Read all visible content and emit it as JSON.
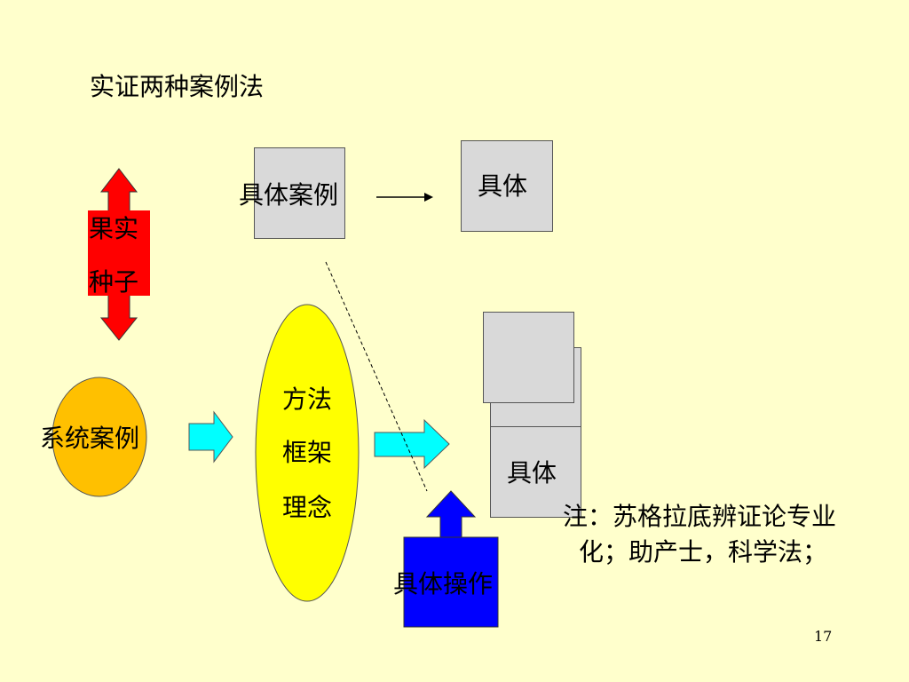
{
  "slide": {
    "title": "实证两种案例法",
    "page_number": "17"
  },
  "nodes": {
    "specific_case": "具体案例",
    "specific_top": "具体",
    "specific_stack": "具体",
    "system_case": "系统案例",
    "method_lines": [
      "方法",
      "框架",
      "理念"
    ],
    "fruit_seed_lines": [
      "果实",
      "种子"
    ],
    "specific_operation": "具体操作"
  },
  "note": {
    "line1": "注：苏格拉底辨证论专业",
    "line2": "化；助产士，科学法；"
  },
  "colors": {
    "background": "#ffffcc",
    "box_fill": "#d9d9d9",
    "red_arrow": "#ff0000",
    "orange_circle": "#ffc000",
    "cyan_arrow": "#00ffff",
    "yellow_ellipse": "#ffff00",
    "blue_arrow": "#0000ff"
  }
}
